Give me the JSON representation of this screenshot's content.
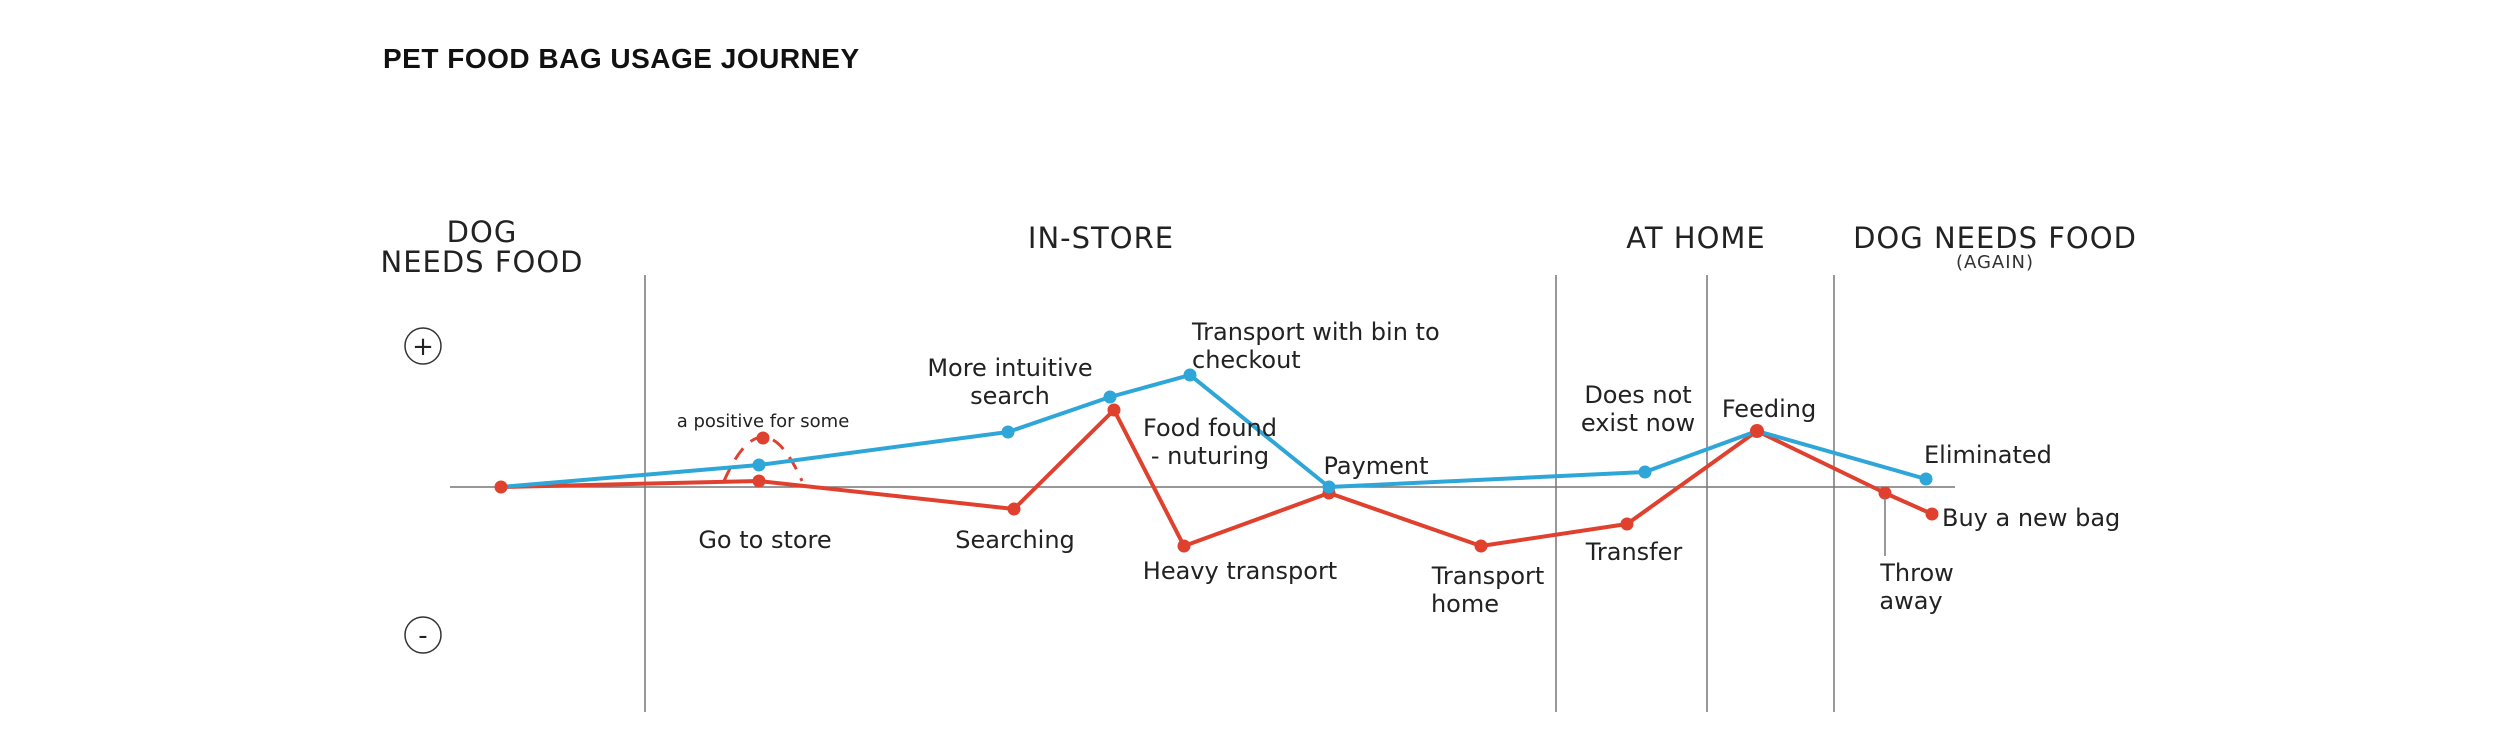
{
  "title": "PET FOOD BAG USAGE JOURNEY",
  "sections": [
    {
      "lines": [
        "DOG",
        "NEEDS FOOD"
      ]
    },
    {
      "lines": [
        "IN-STORE"
      ]
    },
    {
      "lines": [
        "AT HOME"
      ]
    },
    {
      "lines": [
        "DOG NEEDS FOOD"
      ],
      "sub": "(AGAIN)"
    }
  ],
  "scale": {
    "plus": "+",
    "minus": "-"
  },
  "colors": {
    "blue": "#2fa6d8",
    "red": "#e0402e",
    "axis": "#777777"
  },
  "blue_labels": [
    {
      "lines": [
        "More intuitive",
        "search"
      ]
    },
    {
      "lines": [
        "Transport with bin to",
        "checkout"
      ]
    },
    {
      "lines": [
        "Does not",
        "exist now"
      ]
    },
    {
      "lines": [
        "Eliminated"
      ]
    }
  ],
  "red_labels": [
    {
      "lines": [
        "Go to store"
      ]
    },
    {
      "lines": [
        "Searching"
      ]
    },
    {
      "lines": [
        "Food found",
        "- nuturing"
      ]
    },
    {
      "lines": [
        "Heavy transport"
      ]
    },
    {
      "lines": [
        "Payment"
      ]
    },
    {
      "lines": [
        "Transport",
        "home"
      ]
    },
    {
      "lines": [
        "Transfer"
      ]
    },
    {
      "lines": [
        "Feeding"
      ]
    },
    {
      "lines": [
        "Throw",
        "away"
      ]
    },
    {
      "lines": [
        "Buy a new bag"
      ]
    }
  ],
  "note": "a positive for some"
}
